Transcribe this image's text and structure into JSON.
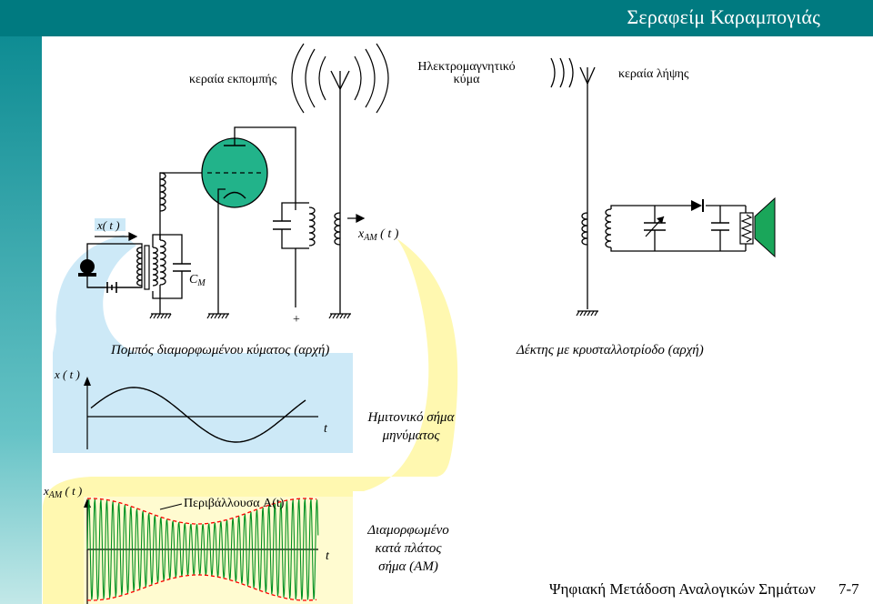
{
  "header": {
    "title": "Σεραφείμ Καραμπογιάς",
    "color": "#007a80"
  },
  "labels": {
    "tx_antenna": "κεραία εκπομπής",
    "em_wave_1": "Ηλεκτρομαγνητικό",
    "em_wave_2": "κύμα",
    "rx_antenna": "κεραία λήψης",
    "xt_input": "x( t )",
    "xam_main": "x",
    "xam_sub": "AM",
    "xam_arg": "( t )",
    "cm_main": "C",
    "cm_sub": "M",
    "plus": "+",
    "transmitter_caption": "Πομπός διαμορφωμένου κύματος (αρχή)",
    "receiver_caption": "Δέκτης με κρυσταλλοτρίοδο (αρχή)"
  },
  "sine_plot": {
    "ylabel": "x ( t )",
    "xlabel": "t",
    "caption_1": "Ημιτονικό σήμα",
    "caption_2": "μηνύματος",
    "background": "#cde9f7"
  },
  "am_plot": {
    "ylabel_main": "x",
    "ylabel_sub": "AM",
    "ylabel_arg": "( t )",
    "xlabel": "t",
    "envelope_label": "Περιβάλλουσα A(t)",
    "caption_1": "Διαμορφωμένο",
    "caption_2": "κατά πλάτος",
    "caption_3": "σήμα (AM)",
    "background": "#fffbd0",
    "carrier_color": "#009020",
    "envelope_color": "#ff0000"
  },
  "colors": {
    "tube": "#22b38a",
    "speaker": "#1aa65a",
    "callout_blue": "#cde9f7",
    "callout_yellow": "#fff8b0"
  },
  "footer": {
    "text": "Ψηφιακή Μετάδοση Αναλογικών Σημάτων",
    "page": "7-7"
  }
}
